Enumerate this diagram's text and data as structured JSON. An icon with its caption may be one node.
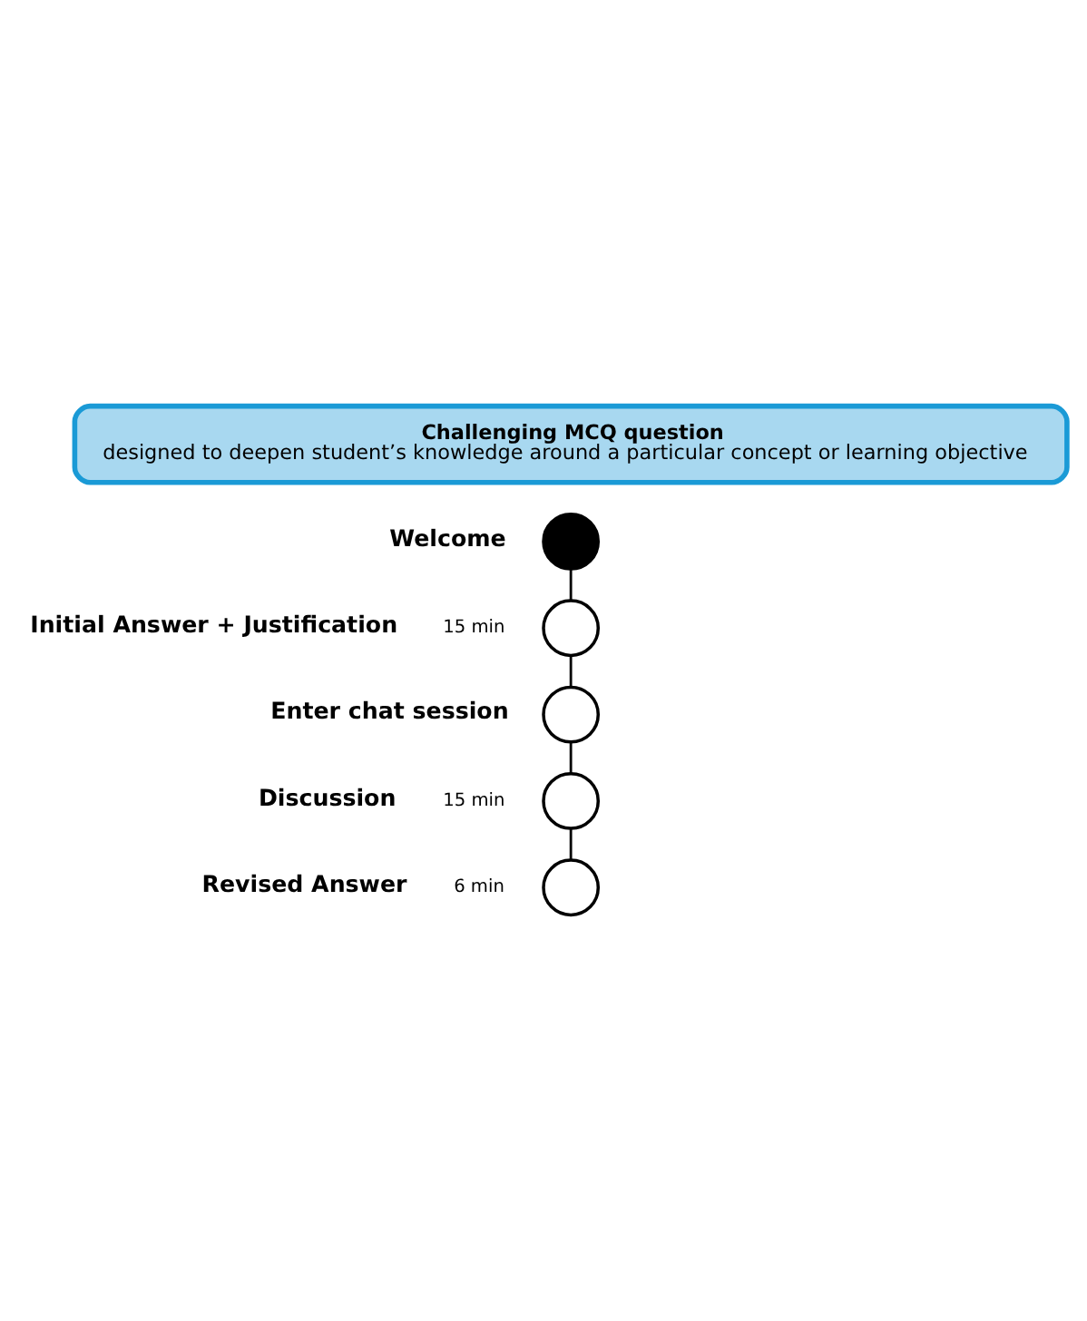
{
  "diagram": {
    "nodes": [
      {
        "text": [
          "Challenging MCQ question",
          "designed to deepen student’s knowledge around a particular concept or learning objective"
        ]
      },
      {
        "text": [],
        "shape": "circle",
        "beside": [
          "Welcome"
        ]
      },
      {
        "text": [],
        "shape": "circle",
        "beside": [
          "Initial Answer + Justification",
          "15 min"
        ]
      },
      {
        "text": [],
        "shape": "circle",
        "beside": [
          "Enter chat session"
        ]
      },
      {
        "text": [],
        "shape": "circle",
        "beside": [
          "Discussion",
          "15 min"
        ]
      },
      {
        "text": [],
        "shape": "circle",
        "beside": [
          "Revised Answer",
          "6 min"
        ]
      }
    ],
    "edges": [
      {
        "from": 1,
        "to": 2,
        "arrow": "none"
      },
      {
        "from": 2,
        "to": 3,
        "arrow": "none"
      },
      {
        "from": 3,
        "to": 4,
        "arrow": "none"
      },
      {
        "from": 4,
        "to": 5,
        "arrow": "none"
      }
    ]
  }
}
